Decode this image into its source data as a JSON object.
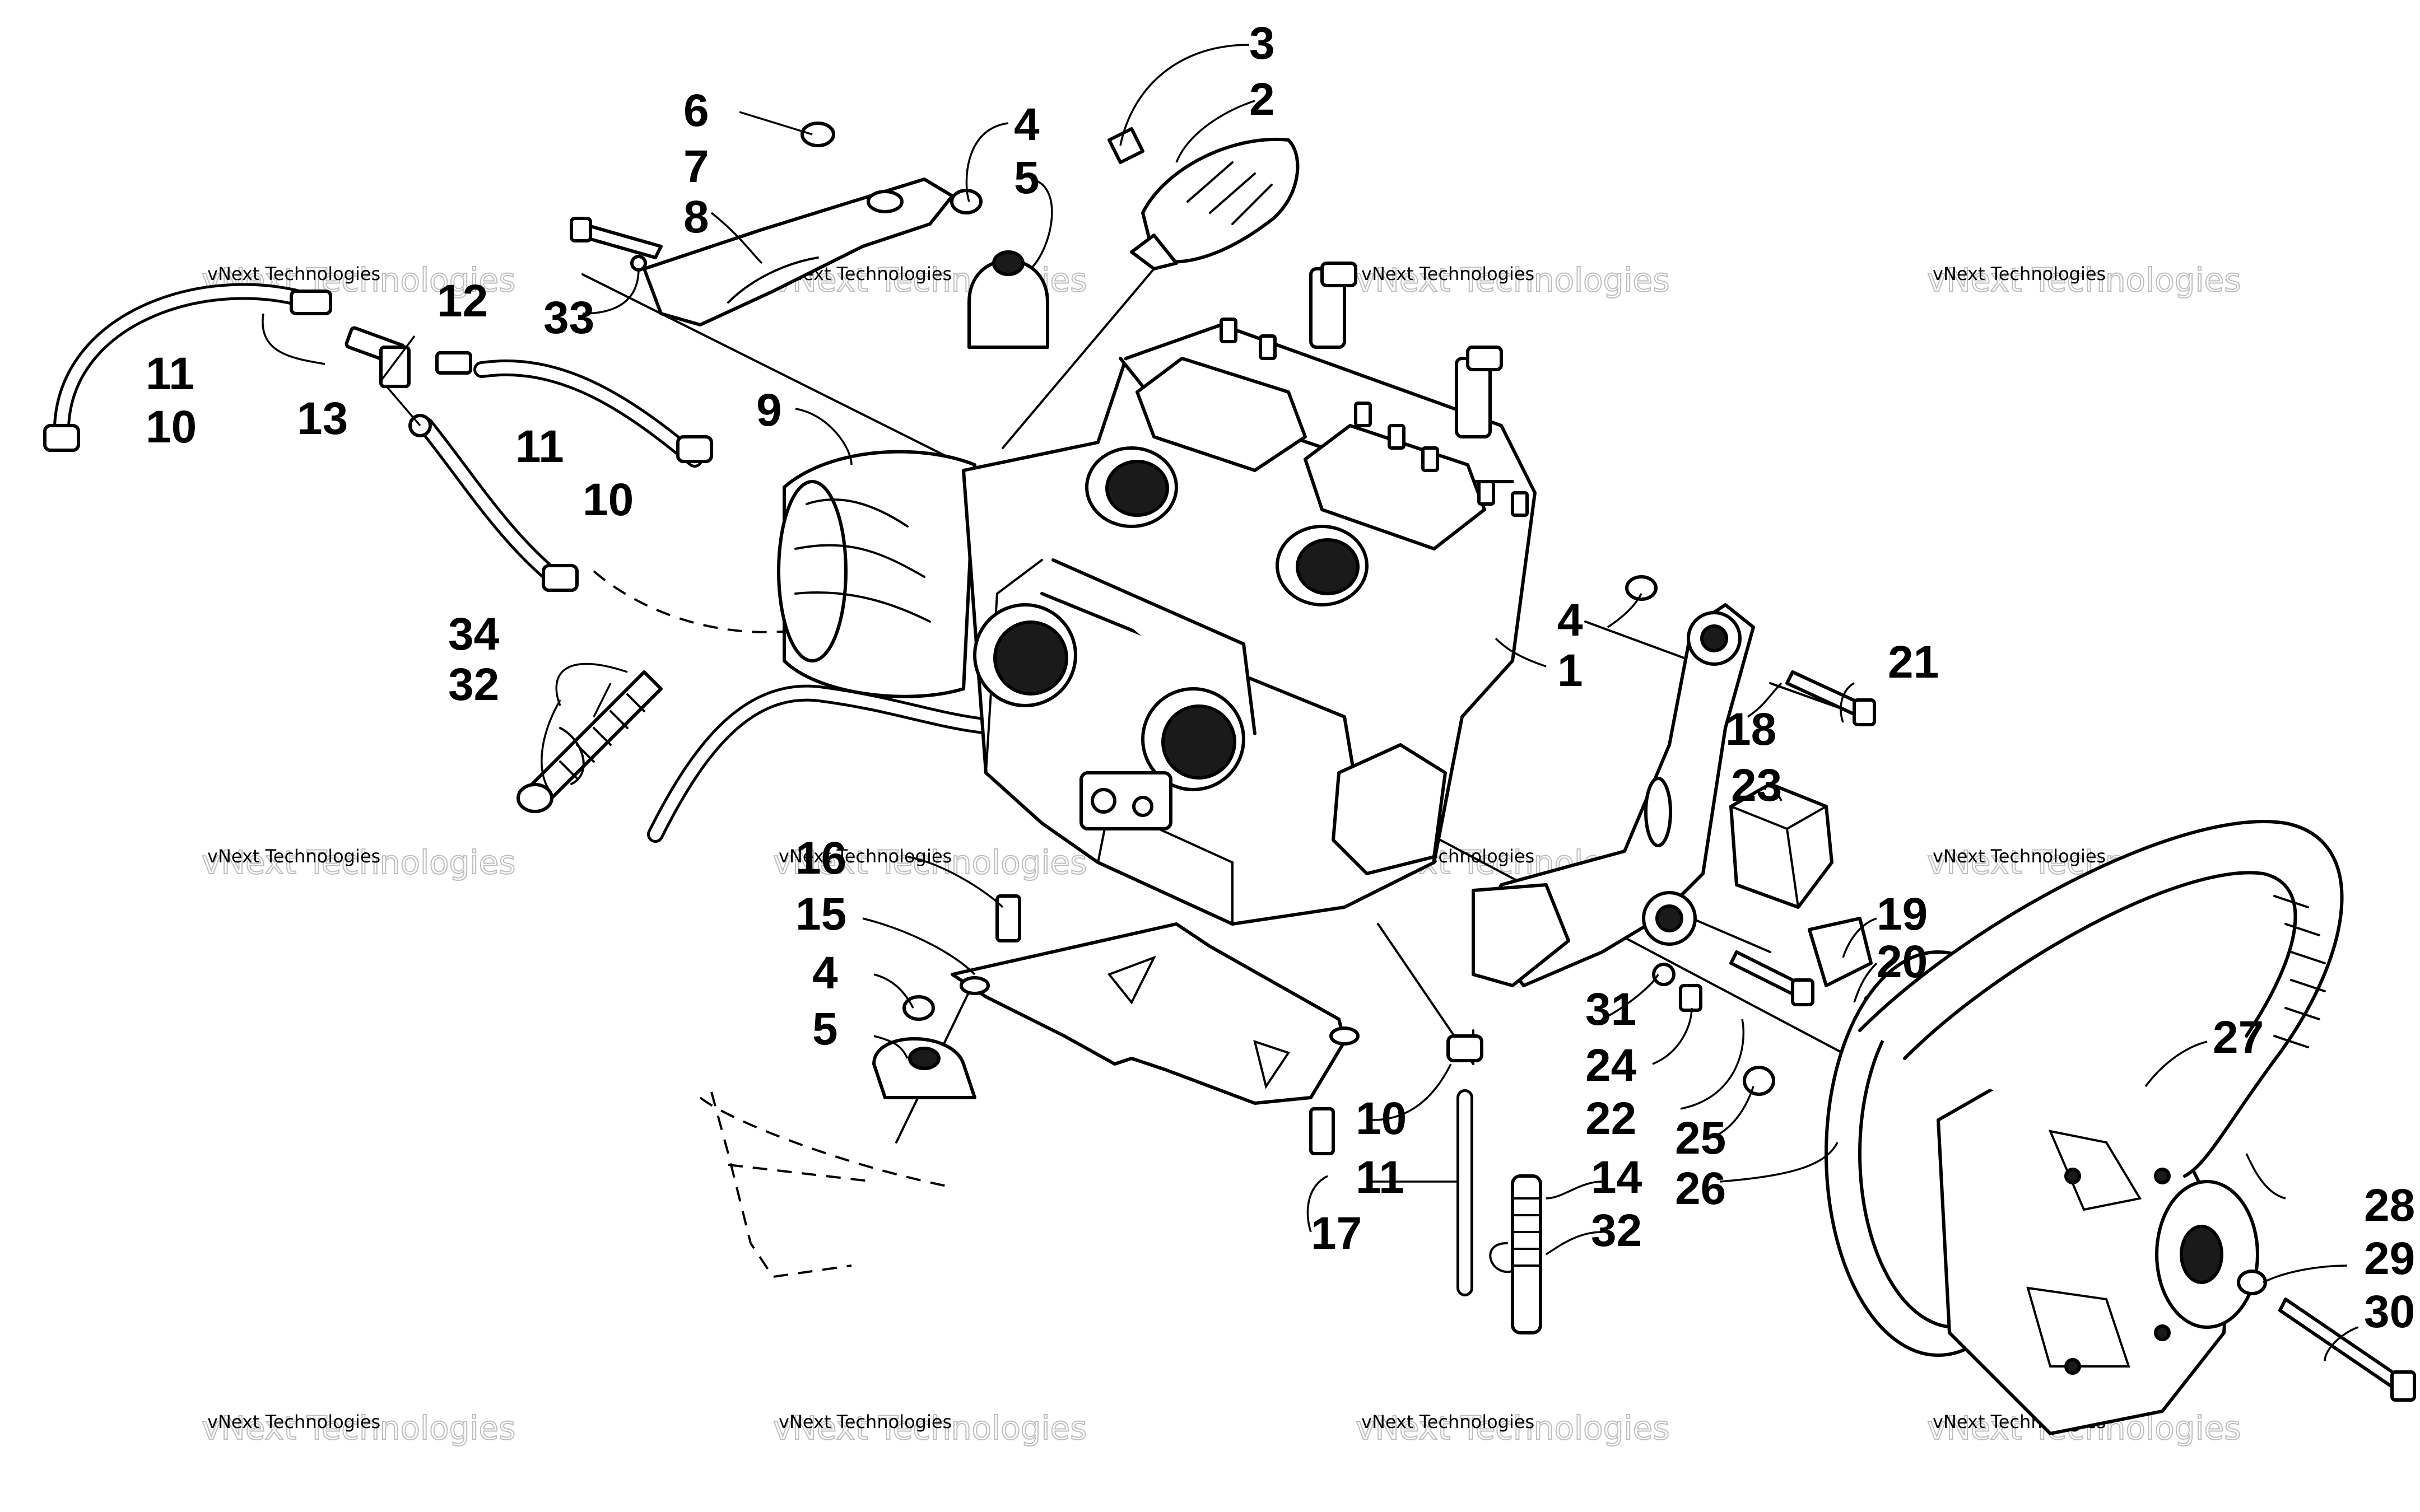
{
  "callouts": {
    "n1": "1",
    "n2": "2",
    "n3": "3",
    "n4a": "4",
    "n4b": "4",
    "n4c": "4",
    "n5a": "5",
    "n5b": "5",
    "n6": "6",
    "n7": "7",
    "n8": "8",
    "n9": "9",
    "n10a": "10",
    "n10b": "10",
    "n10c": "10",
    "n11a": "11",
    "n11b": "11",
    "n11c": "11",
    "n12": "12",
    "n13": "13",
    "n14": "14",
    "n15": "15",
    "n16": "16",
    "n17": "17",
    "n18": "18",
    "n19": "19",
    "n20": "20",
    "n21": "21",
    "n22": "22",
    "n23": "23",
    "n24": "24",
    "n25": "25",
    "n26": "26",
    "n27": "27",
    "n28": "28",
    "n29": "29",
    "n30": "30",
    "n31": "31",
    "n32a": "32",
    "n32b": "32",
    "n33": "33",
    "n34": "34"
  },
  "watermark": {
    "line1": "vNext Technologies",
    "line2": "vNext Technologies"
  }
}
